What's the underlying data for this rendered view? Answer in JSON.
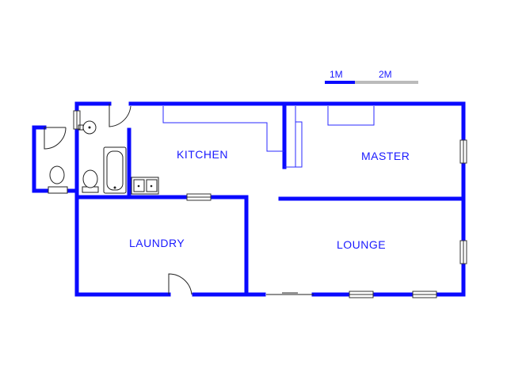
{
  "scale_bar": {
    "label_1": "1M",
    "label_2": "2M"
  },
  "rooms": {
    "kitchen": "KITCHEN",
    "master": "MASTER",
    "laundry": "LAUNDRY",
    "lounge": "LOUNGE"
  },
  "colors": {
    "wall": "#0a0aff",
    "text": "#1a1aff",
    "scale_grey": "#bbbbbb"
  }
}
